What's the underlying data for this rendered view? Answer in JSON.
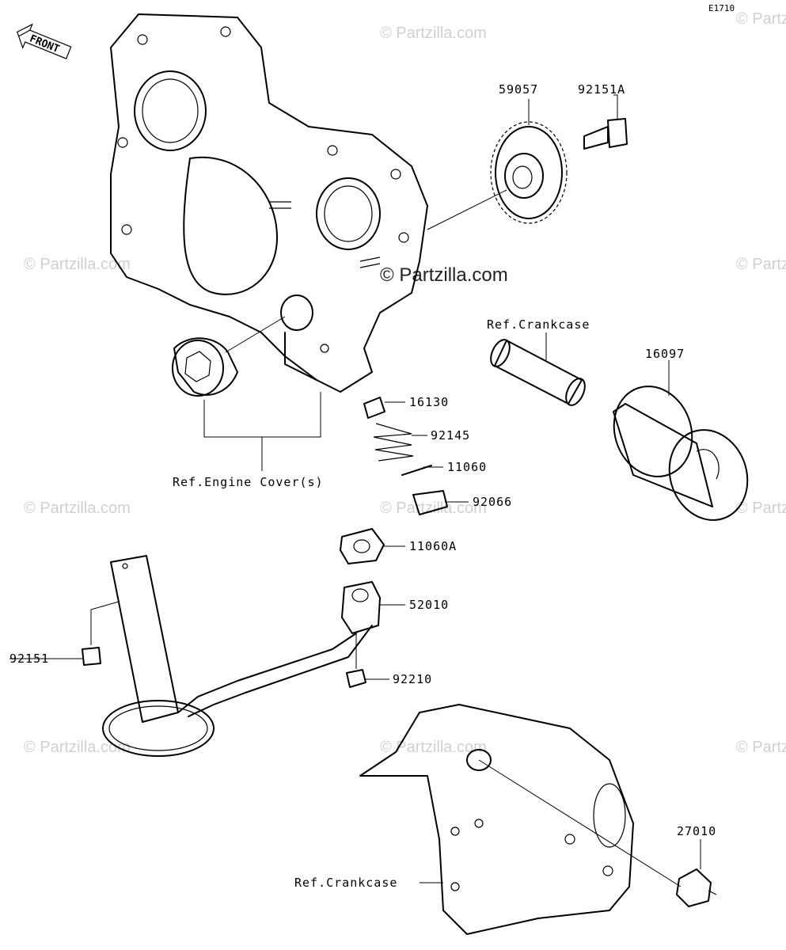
{
  "diagram_code": "E1710",
  "front_label": "FRONT",
  "watermark": "© Partzilla.com",
  "center_watermark": "© Partzilla.com",
  "parts": [
    {
      "id": "59057",
      "label": "59057"
    },
    {
      "id": "92151A",
      "label": "92151A"
    },
    {
      "id": "ref-crankcase-top",
      "label": "Ref.Crankcase"
    },
    {
      "id": "16097",
      "label": "16097"
    },
    {
      "id": "16130",
      "label": "16130"
    },
    {
      "id": "92145",
      "label": "92145"
    },
    {
      "id": "11060",
      "label": "11060"
    },
    {
      "id": "92066",
      "label": "92066"
    },
    {
      "id": "ref-engine-cover",
      "label": "Ref.Engine Cover(s)"
    },
    {
      "id": "11060A",
      "label": "11060A"
    },
    {
      "id": "52010",
      "label": "52010"
    },
    {
      "id": "92151",
      "label": "92151"
    },
    {
      "id": "92210",
      "label": "92210"
    },
    {
      "id": "27010",
      "label": "27010"
    },
    {
      "id": "ref-crankcase-bottom",
      "label": "Ref.Crankcase"
    }
  ]
}
